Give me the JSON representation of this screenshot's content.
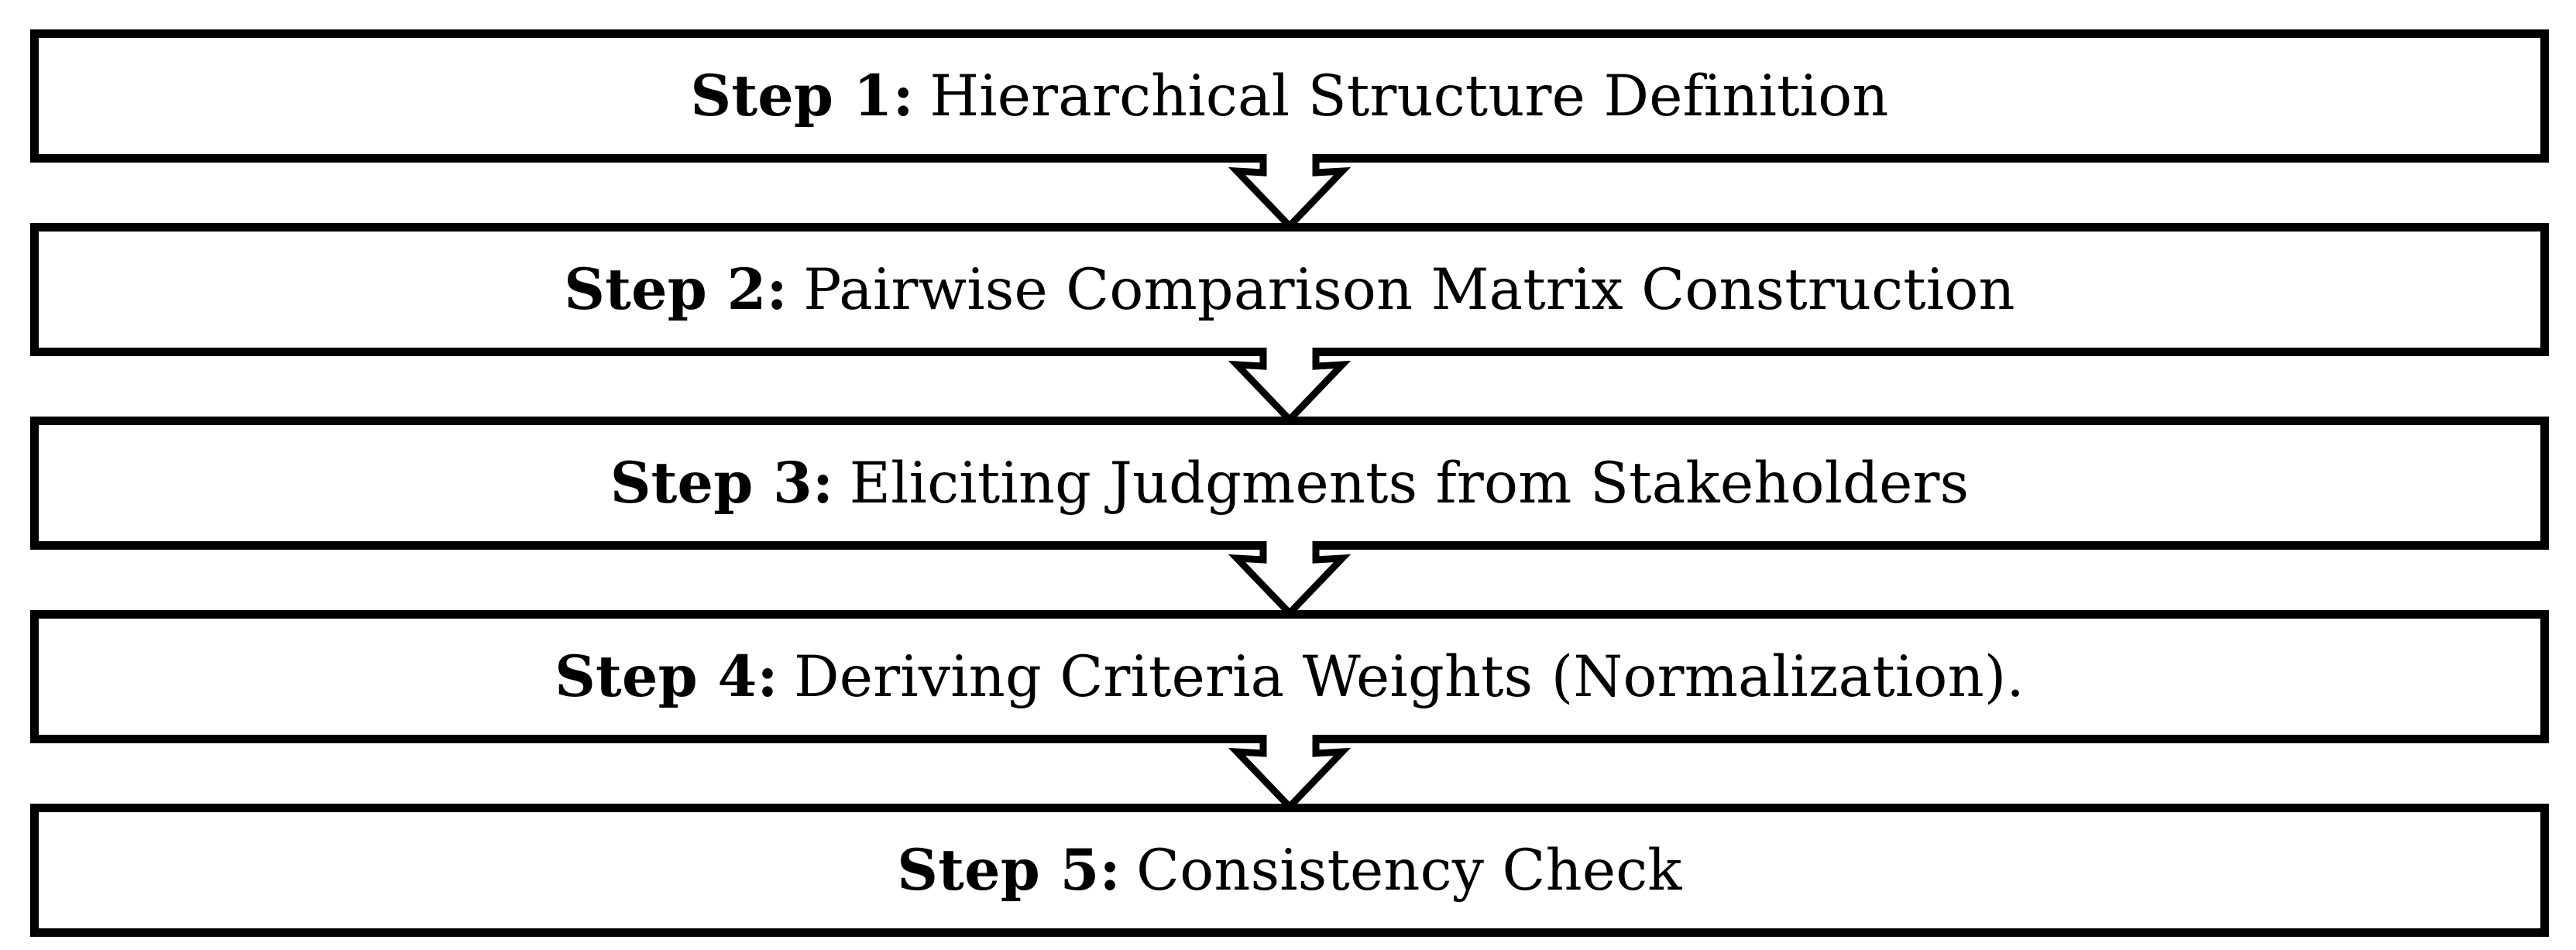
{
  "figure": {
    "type": "flowchart",
    "background": "#ffffff",
    "line_color": "#000000",
    "connector_icon": "down-arrow-icon",
    "connector_count": 4
  },
  "steps": [
    {
      "label": "Step 1:",
      "title": "Hierarchical Structure Definition"
    },
    {
      "label": "Step 2:",
      "title": "Pairwise Comparison Matrix Construction"
    },
    {
      "label": "Step 3:",
      "title": "Eliciting Judgments from Stakeholders"
    },
    {
      "label": "Step 4:",
      "title": "Deriving Criteria Weights (Normalization)."
    },
    {
      "label": "Step 5:",
      "title": "Consistency Check"
    }
  ]
}
